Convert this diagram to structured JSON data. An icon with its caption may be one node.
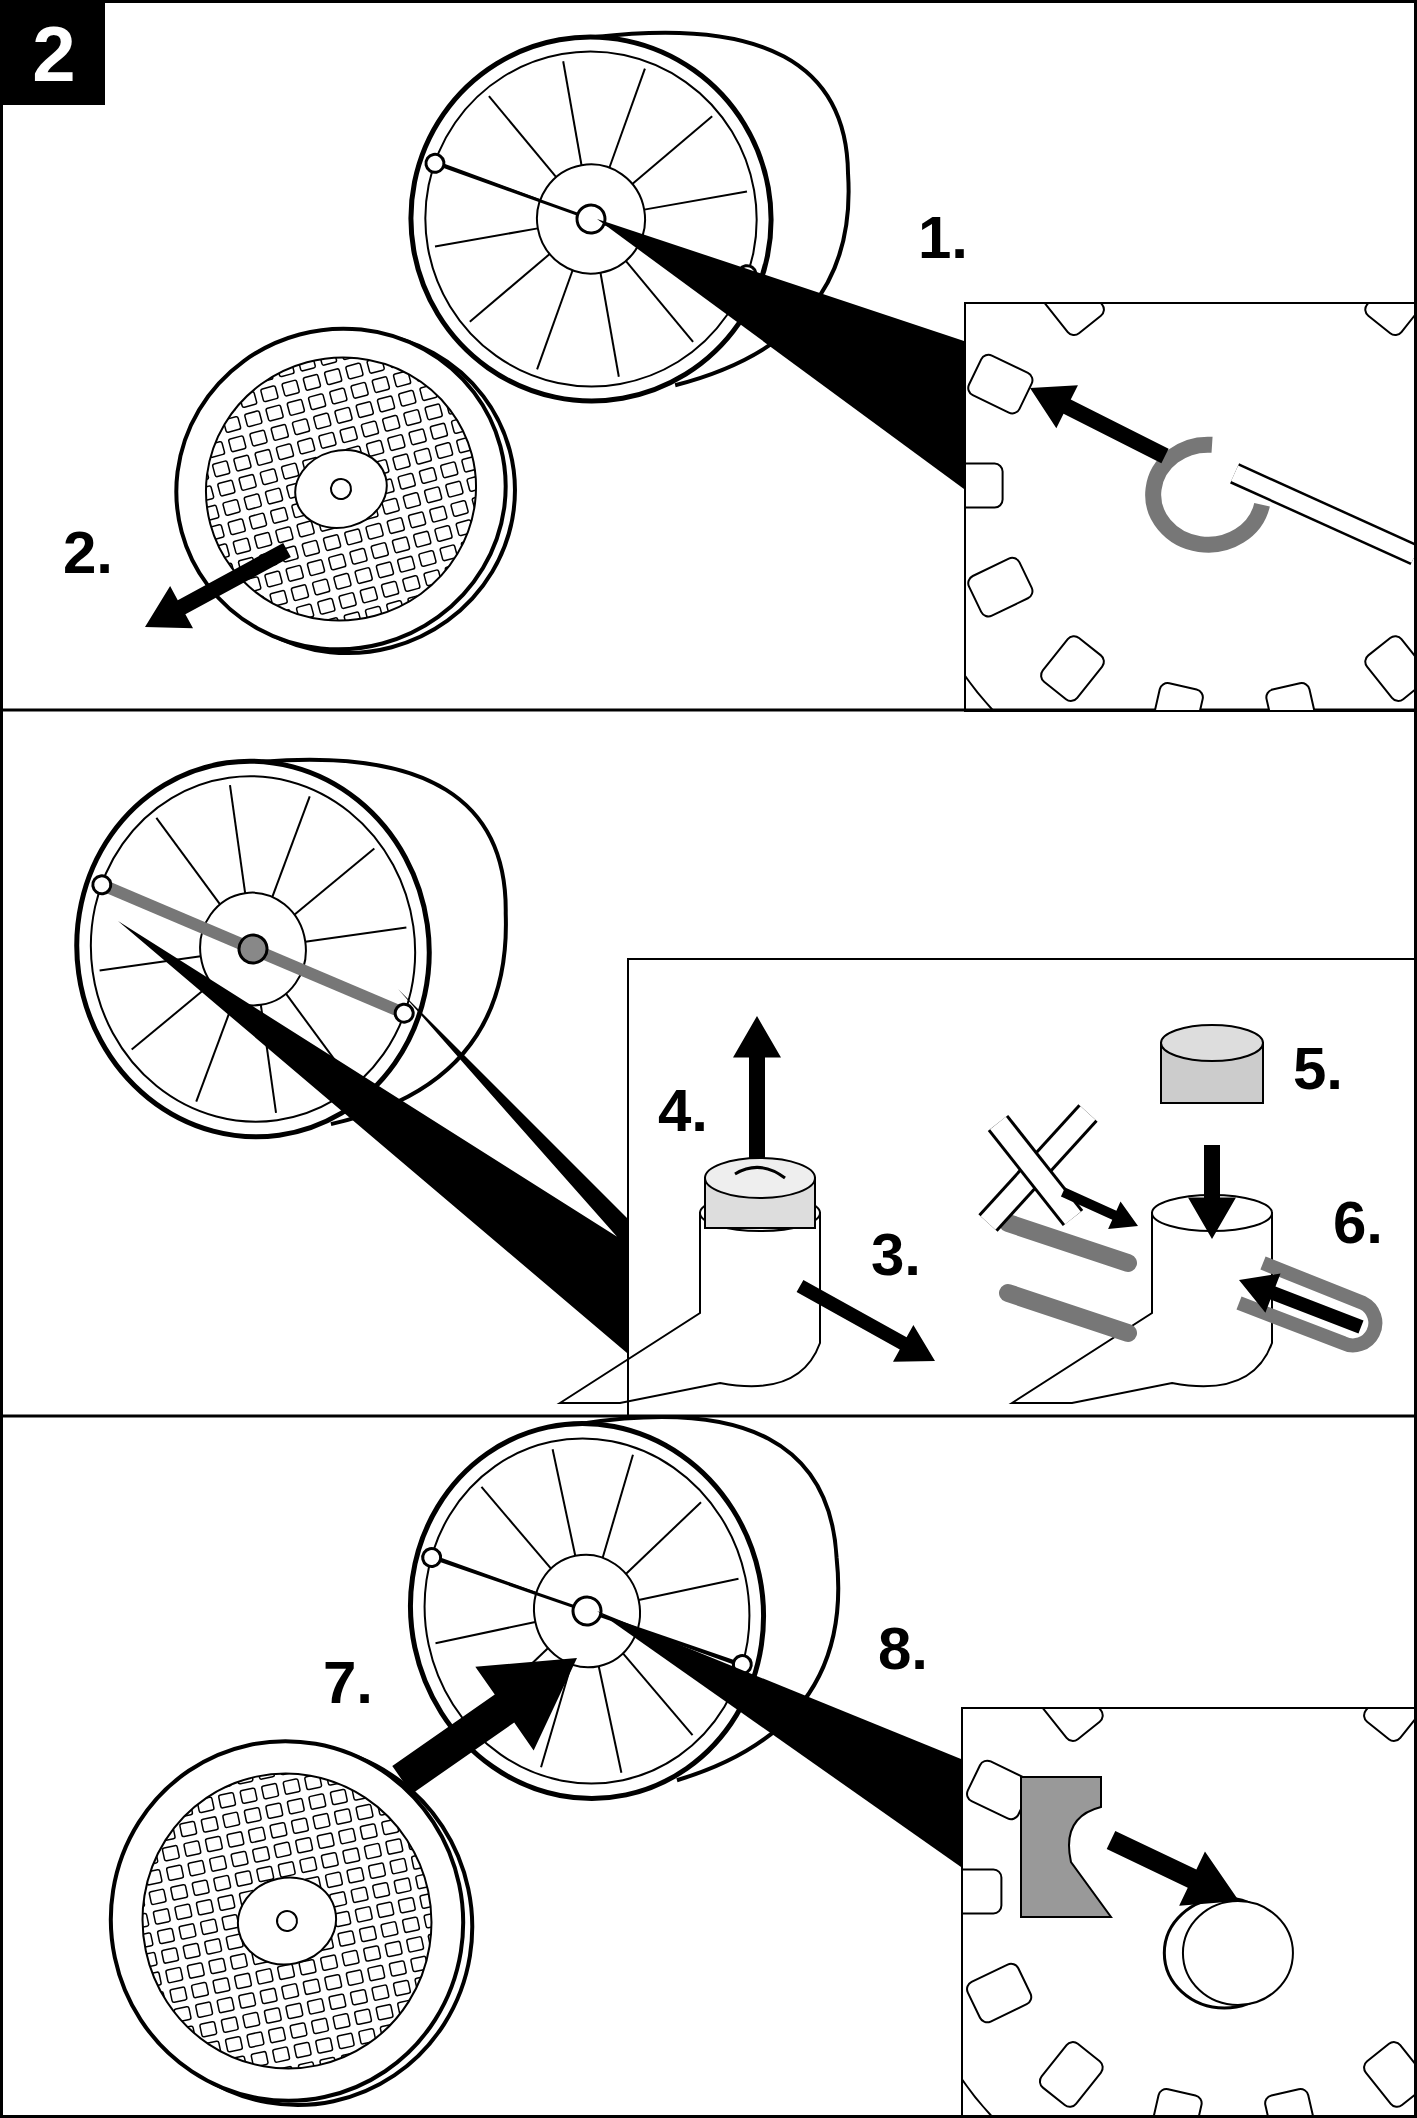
{
  "diagram": {
    "labels": [
      "2",
      "1.",
      "2.",
      "5.",
      "4.",
      "6.",
      "3.",
      "8.",
      "7."
    ]
  }
}
